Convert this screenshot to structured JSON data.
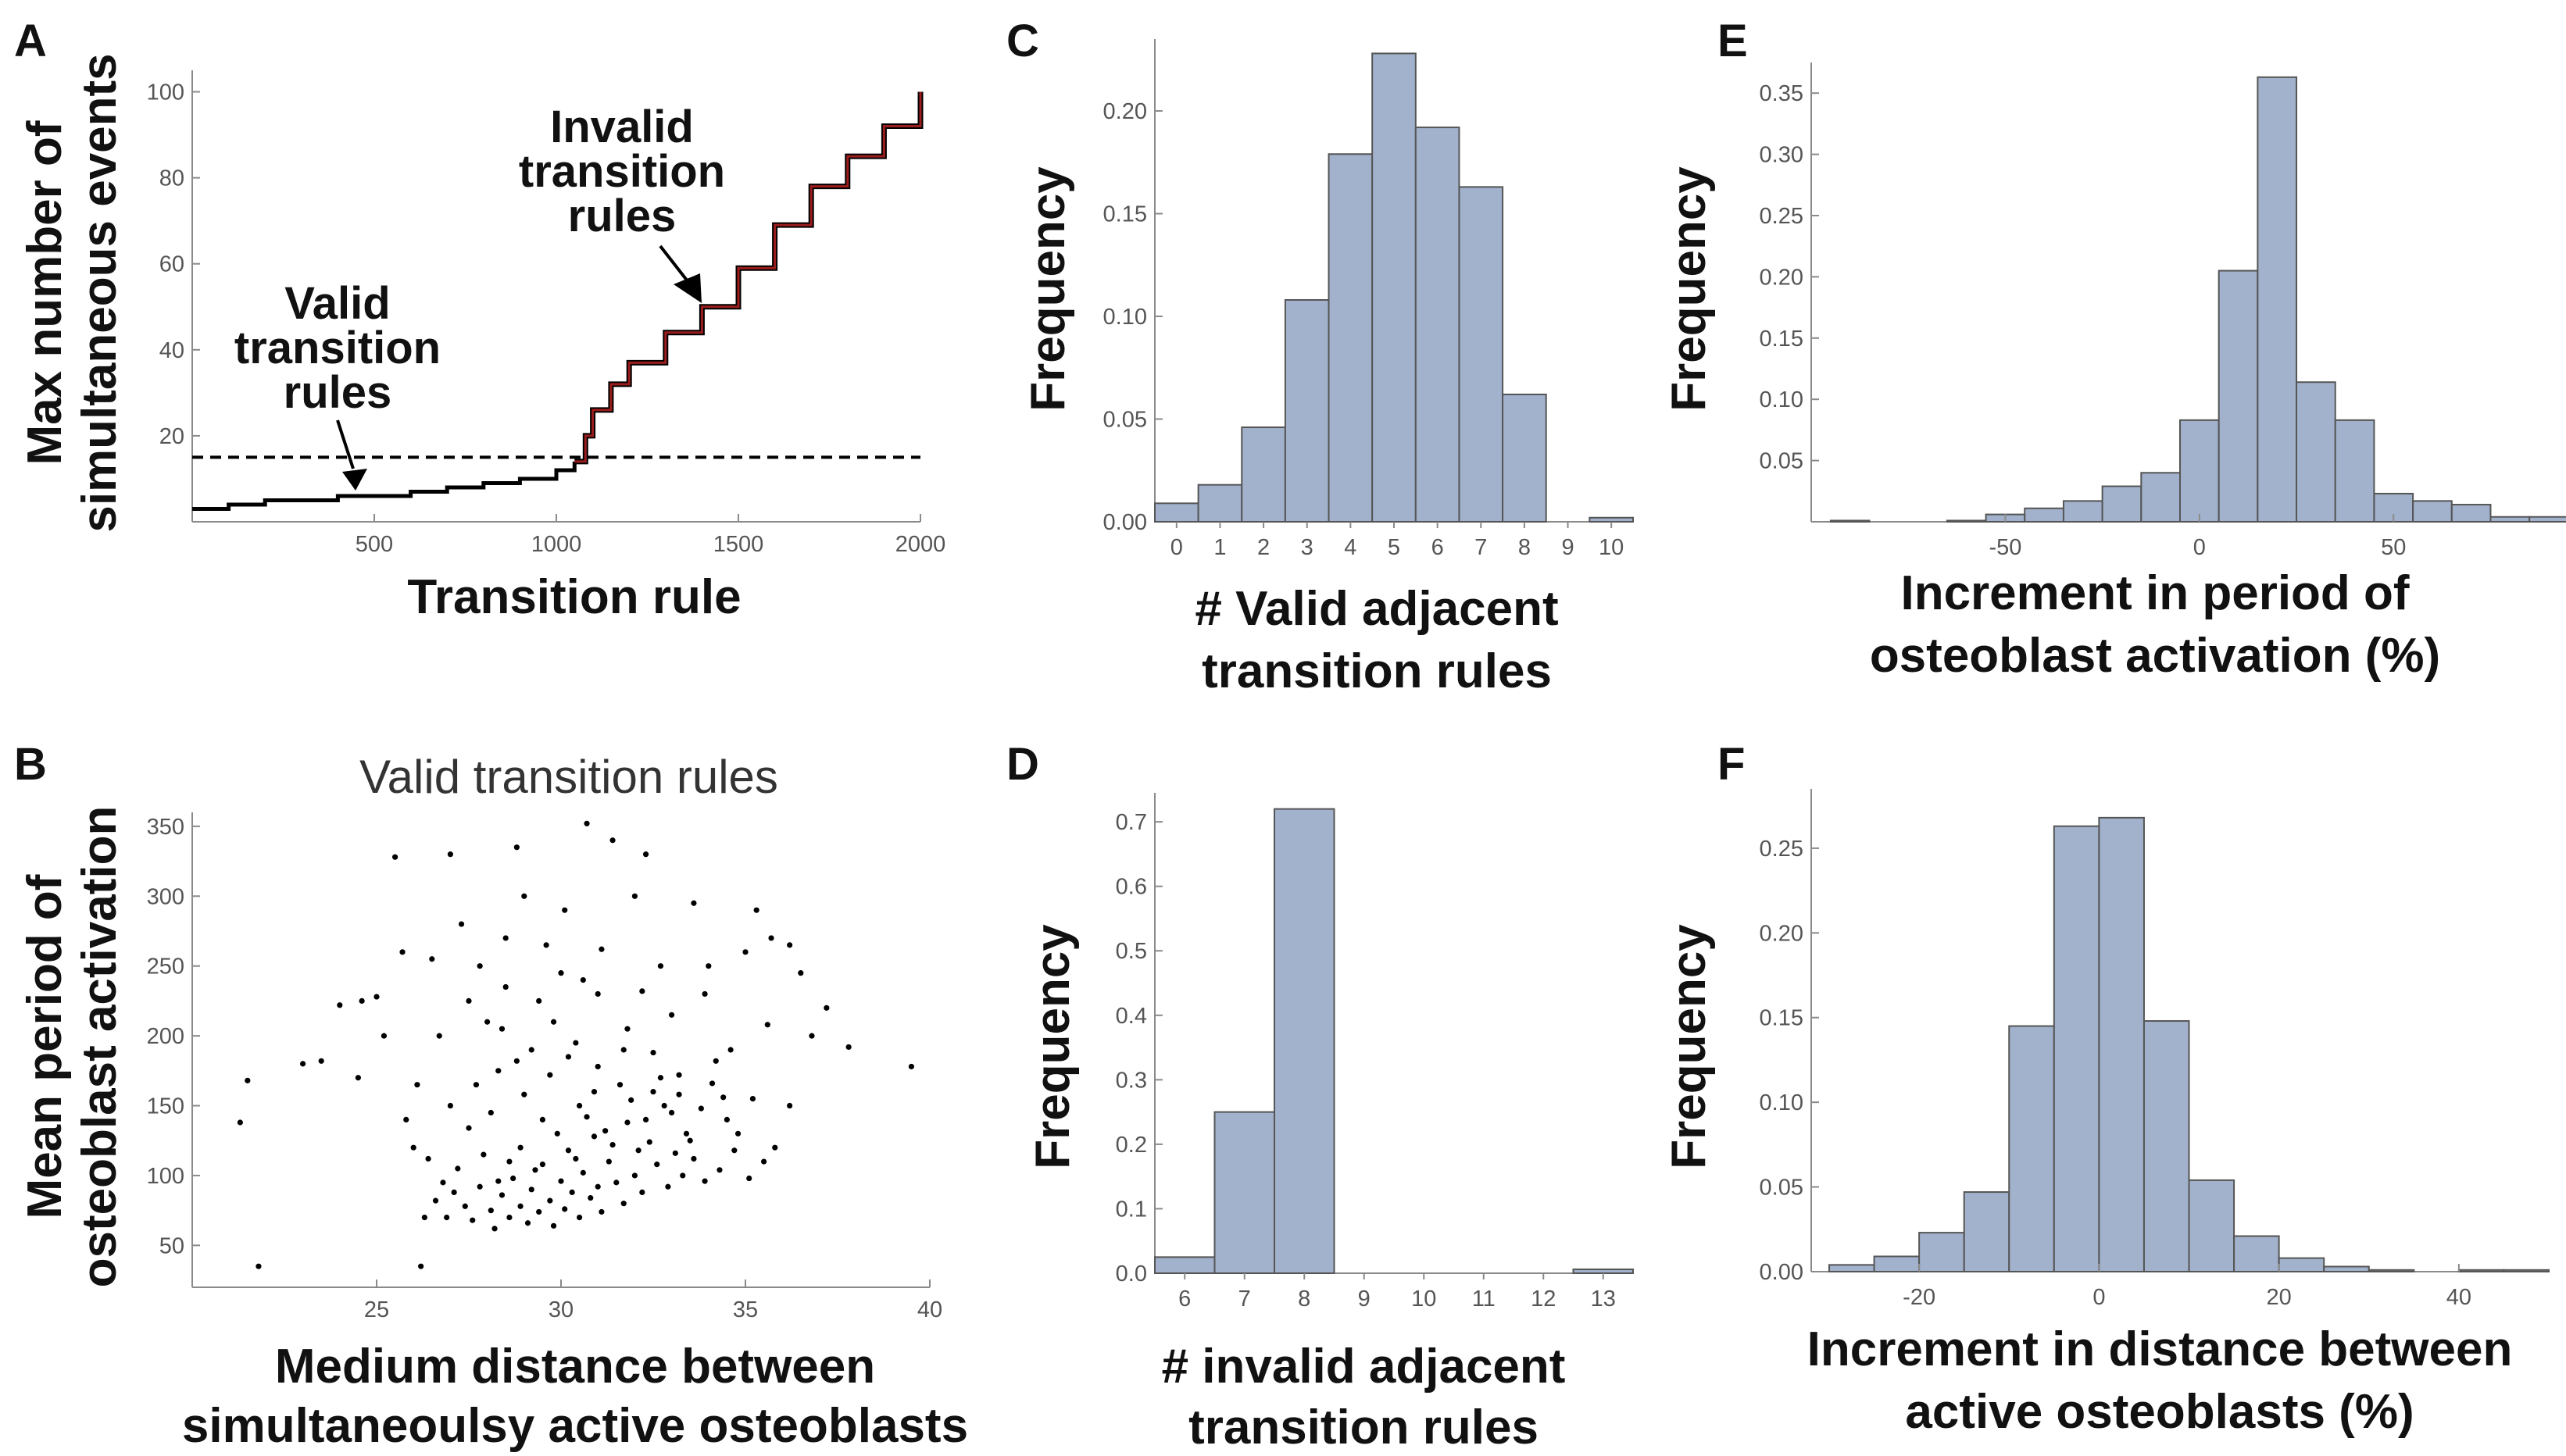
{
  "panels": {
    "A": {
      "letter": "A"
    },
    "B": {
      "letter": "B"
    },
    "C": {
      "letter": "C"
    },
    "D": {
      "letter": "D"
    },
    "E": {
      "letter": "E"
    },
    "F": {
      "letter": "F"
    }
  },
  "colors": {
    "bar_fill": "#a2b2cc",
    "bar_edge": "#555555",
    "invalid_line": "#9b1d1d",
    "valid_line": "#000000"
  },
  "chart_data": [
    {
      "id": "A",
      "type": "line",
      "xlabel": "Transition rule",
      "ylabel": [
        "Max number of",
        "simultaneous events"
      ],
      "xlim": [
        0,
        2000
      ],
      "ylim": [
        0,
        105
      ],
      "xticks": [
        500,
        1000,
        1500,
        2000
      ],
      "yticks": [
        20,
        40,
        60,
        80,
        100
      ],
      "threshold": 15,
      "series": [
        {
          "segment": "valid",
          "x": [
            0,
            100,
            200,
            300,
            400,
            500,
            600,
            700,
            800,
            900,
            1000,
            1050
          ],
          "y": [
            3,
            4,
            5,
            5,
            6,
            6,
            7,
            8,
            9,
            10,
            12,
            14
          ]
        },
        {
          "segment": "invalid",
          "x": [
            1050,
            1080,
            1100,
            1150,
            1200,
            1300,
            1400,
            1500,
            1600,
            1700,
            1800,
            1900,
            2000
          ],
          "y": [
            14,
            20,
            26,
            32,
            37,
            44,
            50,
            59,
            69,
            78,
            85,
            92,
            100
          ]
        }
      ],
      "annotations": [
        {
          "lines": [
            "Valid",
            "transition",
            "rules"
          ]
        },
        {
          "lines": [
            "Invalid",
            "transition",
            "rules"
          ]
        }
      ]
    },
    {
      "id": "B",
      "type": "scatter",
      "title": "Valid transition rules",
      "xlabel": [
        "Medium distance between",
        "simultaneoulsy active osteoblasts"
      ],
      "ylabel": [
        "Mean period of",
        "osteoblast activation"
      ],
      "xlim": [
        20,
        40
      ],
      "ylim": [
        20,
        360
      ],
      "xticks": [
        25,
        30,
        35,
        40
      ],
      "yticks": [
        50,
        100,
        150,
        200,
        250,
        300,
        350
      ],
      "points": [
        [
          21.3,
          138
        ],
        [
          21.5,
          168
        ],
        [
          21.8,
          35
        ],
        [
          23,
          180
        ],
        [
          23.5,
          182
        ],
        [
          24,
          222
        ],
        [
          24.5,
          170
        ],
        [
          25,
          228
        ],
        [
          25.5,
          328
        ],
        [
          25.7,
          260
        ],
        [
          25.8,
          140
        ],
        [
          26.2,
          35
        ],
        [
          24.6,
          225
        ],
        [
          26,
          120
        ],
        [
          26.5,
          255
        ],
        [
          27,
          330
        ],
        [
          27.3,
          280
        ],
        [
          27.5,
          225
        ],
        [
          28,
          210
        ],
        [
          28.3,
          175
        ],
        [
          28.5,
          235
        ],
        [
          28.8,
          335
        ],
        [
          29,
          300
        ],
        [
          29.2,
          190
        ],
        [
          29.6,
          265
        ],
        [
          30,
          245
        ],
        [
          30.7,
          352
        ],
        [
          31,
          230
        ],
        [
          31.4,
          340
        ],
        [
          32,
          300
        ],
        [
          32.3,
          330
        ],
        [
          32.7,
          250
        ],
        [
          33,
          215
        ],
        [
          33.6,
          295
        ],
        [
          34,
          250
        ],
        [
          34.6,
          190
        ],
        [
          35,
          260
        ],
        [
          35.3,
          290
        ],
        [
          35.7,
          270
        ],
        [
          36.2,
          265
        ],
        [
          36.5,
          245
        ],
        [
          36.8,
          200
        ],
        [
          37.2,
          220
        ],
        [
          37.8,
          192
        ],
        [
          39.5,
          178
        ],
        [
          27.8,
          250
        ],
        [
          28.4,
          205
        ],
        [
          29.8,
          210
        ],
        [
          30.4,
          195
        ],
        [
          31.8,
          205
        ],
        [
          32.5,
          188
        ],
        [
          33.2,
          172
        ],
        [
          34.2,
          182
        ],
        [
          35.6,
          208
        ],
        [
          30.5,
          150
        ],
        [
          31.2,
          132
        ],
        [
          31.6,
          165
        ],
        [
          32.1,
          118
        ],
        [
          32.8,
          150
        ],
        [
          33.4,
          130
        ],
        [
          34.5,
          140
        ],
        [
          35.2,
          155
        ],
        [
          29.5,
          140
        ],
        [
          28.9,
          120
        ],
        [
          27.9,
          115
        ],
        [
          27.2,
          105
        ],
        [
          26.8,
          95
        ],
        [
          26.3,
          70
        ],
        [
          26.6,
          82
        ],
        [
          26.9,
          70
        ],
        [
          27.1,
          88
        ],
        [
          27.4,
          78
        ],
        [
          27.6,
          68
        ],
        [
          27.8,
          92
        ],
        [
          28.1,
          75
        ],
        [
          28.2,
          62
        ],
        [
          28.4,
          86
        ],
        [
          28.6,
          70
        ],
        [
          28.7,
          98
        ],
        [
          28.9,
          78
        ],
        [
          29.1,
          66
        ],
        [
          29.2,
          90
        ],
        [
          29.4,
          74
        ],
        [
          29.5,
          108
        ],
        [
          29.7,
          82
        ],
        [
          29.8,
          64
        ],
        [
          30,
          96
        ],
        [
          30.1,
          76
        ],
        [
          30.2,
          118
        ],
        [
          30.3,
          88
        ],
        [
          30.5,
          70
        ],
        [
          30.6,
          102
        ],
        [
          30.8,
          84
        ],
        [
          30.9,
          128
        ],
        [
          31,
          92
        ],
        [
          31.1,
          74
        ],
        [
          31.3,
          110
        ],
        [
          31.5,
          95
        ],
        [
          31.7,
          80
        ],
        [
          31.8,
          138
        ],
        [
          32,
          100
        ],
        [
          32.2,
          88
        ],
        [
          32.4,
          124
        ],
        [
          32.6,
          108
        ],
        [
          32.9,
          92
        ],
        [
          33.1,
          116
        ],
        [
          33.3,
          100
        ],
        [
          33.6,
          112
        ],
        [
          33.9,
          96
        ],
        [
          34.3,
          104
        ],
        [
          34.7,
          118
        ],
        [
          35.1,
          98
        ],
        [
          35.5,
          110
        ],
        [
          28.3,
          96
        ],
        [
          29.3,
          104
        ],
        [
          30.4,
          112
        ],
        [
          31.4,
          122
        ],
        [
          32.3,
          140
        ],
        [
          33.2,
          158
        ],
        [
          34.1,
          166
        ],
        [
          28.6,
          110
        ],
        [
          29.9,
          130
        ],
        [
          30.7,
          142
        ],
        [
          31.9,
          154
        ],
        [
          32.7,
          170
        ],
        [
          33.8,
          148
        ],
        [
          26.4,
          112
        ],
        [
          27.5,
          134
        ],
        [
          28.1,
          145
        ],
        [
          29,
          158
        ],
        [
          29.7,
          172
        ],
        [
          30.2,
          185
        ],
        [
          31,
          178
        ],
        [
          31.7,
          190
        ],
        [
          32.5,
          160
        ],
        [
          33.5,
          125
        ],
        [
          34.8,
          130
        ],
        [
          35.8,
          120
        ],
        [
          36.2,
          150
        ],
        [
          27,
          150
        ],
        [
          27.7,
          165
        ],
        [
          28.8,
          182
        ],
        [
          30.9,
          160
        ],
        [
          33,
          145
        ],
        [
          34.4,
          156
        ],
        [
          26.1,
          165
        ],
        [
          29.4,
          225
        ],
        [
          30.6,
          240
        ],
        [
          32.2,
          232
        ],
        [
          33.9,
          230
        ],
        [
          28.5,
          270
        ],
        [
          30.1,
          290
        ],
        [
          31.1,
          262
        ],
        [
          25.2,
          200
        ],
        [
          26.7,
          200
        ]
      ]
    },
    {
      "id": "C",
      "type": "bar",
      "xlabel": [
        "# Valid adjacent",
        "transition rules"
      ],
      "ylabel": "Frequency",
      "categories": [
        "0",
        "1",
        "2",
        "3",
        "4",
        "5",
        "6",
        "7",
        "8",
        "9",
        "10"
      ],
      "values": [
        0.009,
        0.018,
        0.046,
        0.108,
        0.179,
        0.228,
        0.192,
        0.163,
        0.062,
        0.0,
        0.002
      ],
      "ylim": [
        0,
        0.23
      ],
      "yticks": [
        "0.00",
        "0.05",
        "0.10",
        "0.15",
        "0.20"
      ]
    },
    {
      "id": "D",
      "type": "bar",
      "xlabel": [
        "# invalid adjacent",
        "transition rules"
      ],
      "ylabel": "Frequency",
      "categories": [
        "6",
        "7",
        "8",
        "9",
        "10",
        "11",
        "12",
        "13"
      ],
      "values": [
        0.025,
        0.25,
        0.72,
        0.0,
        0.0,
        0.0,
        0.0,
        0.006
      ],
      "ylim": [
        0,
        0.74
      ],
      "yticks": [
        "0.0",
        "0.1",
        "0.2",
        "0.3",
        "0.4",
        "0.5",
        "0.6",
        "0.7"
      ]
    },
    {
      "id": "E",
      "type": "bar",
      "xlabel": [
        "Increment in period of",
        "osteoblast activation (%)"
      ],
      "ylabel": "Frequency",
      "bin_edges": [
        -95,
        -85,
        -75,
        -65,
        -55,
        -45,
        -35,
        -25,
        -15,
        -5,
        5,
        15,
        25,
        35,
        45,
        55,
        65,
        75
      ],
      "values": [
        0.001,
        0.0,
        0.0,
        0.001,
        0.006,
        0.011,
        0.017,
        0.029,
        0.04,
        0.083,
        0.205,
        0.363,
        0.114,
        0.083,
        0.023,
        0.017,
        0.014,
        0.004,
        0.004
      ],
      "bins": [
        [
          -95,
          -85,
          0.001
        ],
        [
          -65,
          -55,
          0.001
        ],
        [
          -55,
          -45,
          0.006
        ],
        [
          -45,
          -35,
          0.011
        ],
        [
          -35,
          -25,
          0.017
        ],
        [
          -25,
          -15,
          0.029
        ],
        [
          -15,
          -5,
          0.04
        ],
        [
          -5,
          5,
          0.083
        ],
        [
          5,
          15,
          0.205
        ],
        [
          15,
          25,
          0.363
        ],
        [
          25,
          35,
          0.114
        ],
        [
          35,
          45,
          0.083
        ],
        [
          45,
          55,
          0.023
        ],
        [
          55,
          65,
          0.017
        ],
        [
          65,
          75,
          0.014
        ],
        [
          75,
          85,
          0.004
        ],
        [
          85,
          95,
          0.004
        ]
      ],
      "xlim": [
        -100,
        90
      ],
      "ylim": [
        0,
        0.37
      ],
      "xticks": [
        "-50",
        "0",
        "50"
      ],
      "yticks": [
        "0.05",
        "0.10",
        "0.15",
        "0.20",
        "0.25",
        "0.30",
        "0.35"
      ]
    },
    {
      "id": "F",
      "type": "bar",
      "xlabel": [
        "Increment in distance between",
        "active osteoblasts (%)"
      ],
      "ylabel": "Frequency",
      "bins": [
        [
          -30,
          -25,
          0.004
        ],
        [
          -25,
          -20,
          0.009
        ],
        [
          -20,
          -15,
          0.023
        ],
        [
          -15,
          -10,
          0.047
        ],
        [
          -10,
          -5,
          0.145
        ],
        [
          -5,
          0,
          0.263
        ],
        [
          0,
          5,
          0.268
        ],
        [
          5,
          10,
          0.148
        ],
        [
          10,
          15,
          0.054
        ],
        [
          15,
          20,
          0.021
        ],
        [
          20,
          25,
          0.008
        ],
        [
          25,
          30,
          0.003
        ],
        [
          30,
          35,
          0.001
        ],
        [
          40,
          45,
          0.001
        ],
        [
          45,
          50,
          0.001
        ]
      ],
      "xlim": [
        -32,
        50
      ],
      "ylim": [
        0,
        0.28
      ],
      "xticks": [
        "-20",
        "0",
        "20",
        "40"
      ],
      "yticks": [
        "0.00",
        "0.05",
        "0.10",
        "0.15",
        "0.20",
        "0.25"
      ]
    }
  ]
}
